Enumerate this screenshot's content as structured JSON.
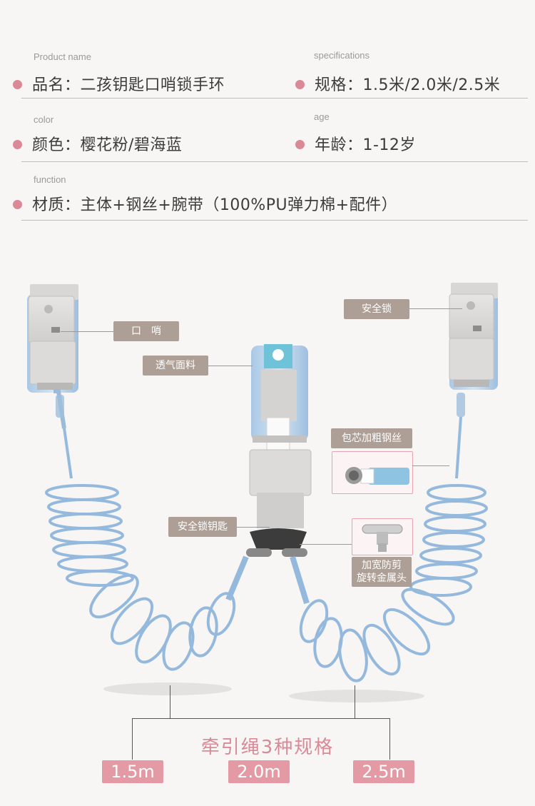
{
  "specs": {
    "product_name": {
      "label_en": "Product name",
      "value": "品名：二孩钥匙口哨锁手环"
    },
    "specifications": {
      "label_en": "specifications",
      "value": "规格：1.5米/2.0米/2.5米"
    },
    "color": {
      "label_en": "color",
      "value": "颜色：樱花粉/碧海蓝"
    },
    "age": {
      "label_en": "age",
      "value": "年龄：1-12岁"
    },
    "function": {
      "label_en": "function",
      "value": "材质：主体+钢丝+腕带（100%PU弹力棉+配件）"
    }
  },
  "callouts": {
    "whistle": "口　哨",
    "breathable": "透气面料",
    "safety_lock": "安全锁",
    "lock_key": "安全锁钥匙",
    "steel_wire": "包芯加粗钢丝",
    "metal_head_line1": "加宽防剪",
    "metal_head_line2": "旋转金属头"
  },
  "bottom": {
    "title": "牵引绳3种规格",
    "sizes": [
      "1.5m",
      "2.0m",
      "2.5m"
    ]
  },
  "colors": {
    "accent_pink": "#e39aa4",
    "callout_bg": "#ad9f95",
    "dot": "#d98a96",
    "cable_blue": "#8fb6dc"
  }
}
